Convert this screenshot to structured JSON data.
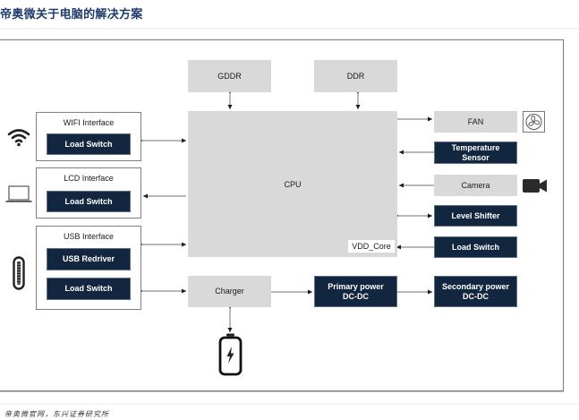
{
  "title": "帝奥微关于电脑的解决方案",
  "footer": "：帝奥微官网，东兴证券研究所",
  "colors": {
    "title": "#1f3c6b",
    "dark_block": "#13263f",
    "gray_block": "#d9d9d9",
    "frame": "#7a7a7a"
  },
  "diagram": {
    "memory": {
      "gddr": "GDDR",
      "ddr": "DDR"
    },
    "cpu": {
      "label": "CPU",
      "rail": "VDD_Core"
    },
    "left": {
      "wifi": {
        "title": "WIFI Interface",
        "blocks": [
          "Load Switch"
        ],
        "icon": "wifi-icon"
      },
      "lcd": {
        "title": "LCD Interface",
        "blocks": [
          "Load Switch"
        ],
        "icon": "laptop-icon"
      },
      "usb": {
        "title": "USB Interface",
        "blocks": [
          "USB Redriver",
          "Load Switch"
        ],
        "icon": "usb-c-icon"
      }
    },
    "right": {
      "fan": {
        "label": "FAN",
        "icon": "fan-icon"
      },
      "temperature": {
        "line1": "Temperature",
        "line2": "Sensor"
      },
      "camera": {
        "label": "Camera",
        "icon": "video-camera-icon"
      },
      "level_shifter": {
        "label": "Level Shifter"
      },
      "load_switch": {
        "label": "Load Switch"
      }
    },
    "power": {
      "charger": "Charger",
      "battery_icon": "battery-charging-icon",
      "primary": {
        "line1": "Primary power",
        "line2": "DC-DC"
      },
      "secondary": {
        "line1": "Secondary power",
        "line2": "DC-DC"
      }
    }
  }
}
